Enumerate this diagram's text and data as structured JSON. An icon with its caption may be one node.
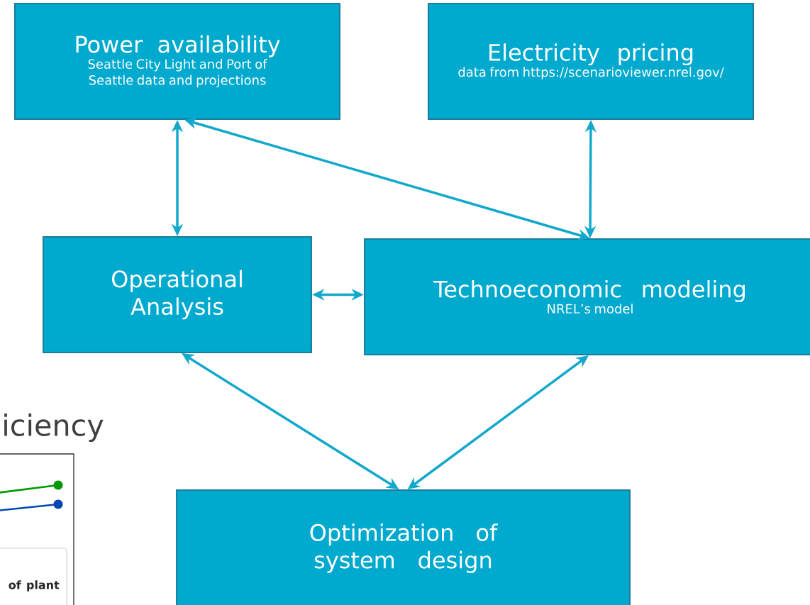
{
  "diagram": {
    "nodes": [
      {
        "text": [
          "Power availability",
          "Seattle City Light and Port of Seattle data and projections"
        ]
      },
      {
        "text": [
          "Electricity pricing",
          "data from https://scenarioviewer.nrel.gov/"
        ]
      },
      {
        "text": [
          "Operational Analysis"
        ]
      },
      {
        "text": [
          "Technoeconomic modeling",
          "NREL’s model"
        ]
      },
      {
        "text": [
          "Optimization of system design"
        ]
      }
    ],
    "edges": [
      {
        "from": 0,
        "to": 2,
        "arrow": "both"
      },
      {
        "from": 1,
        "to": 3,
        "arrow": "both"
      },
      {
        "from": 0,
        "to": 3,
        "arrow": "both"
      },
      {
        "from": 2,
        "to": 3,
        "arrow": "both"
      },
      {
        "from": 2,
        "to": 4,
        "arrow": "both"
      },
      {
        "from": 3,
        "to": 4,
        "arrow": "both"
      }
    ],
    "labels": [
      "iciency",
      "of plant"
    ]
  }
}
